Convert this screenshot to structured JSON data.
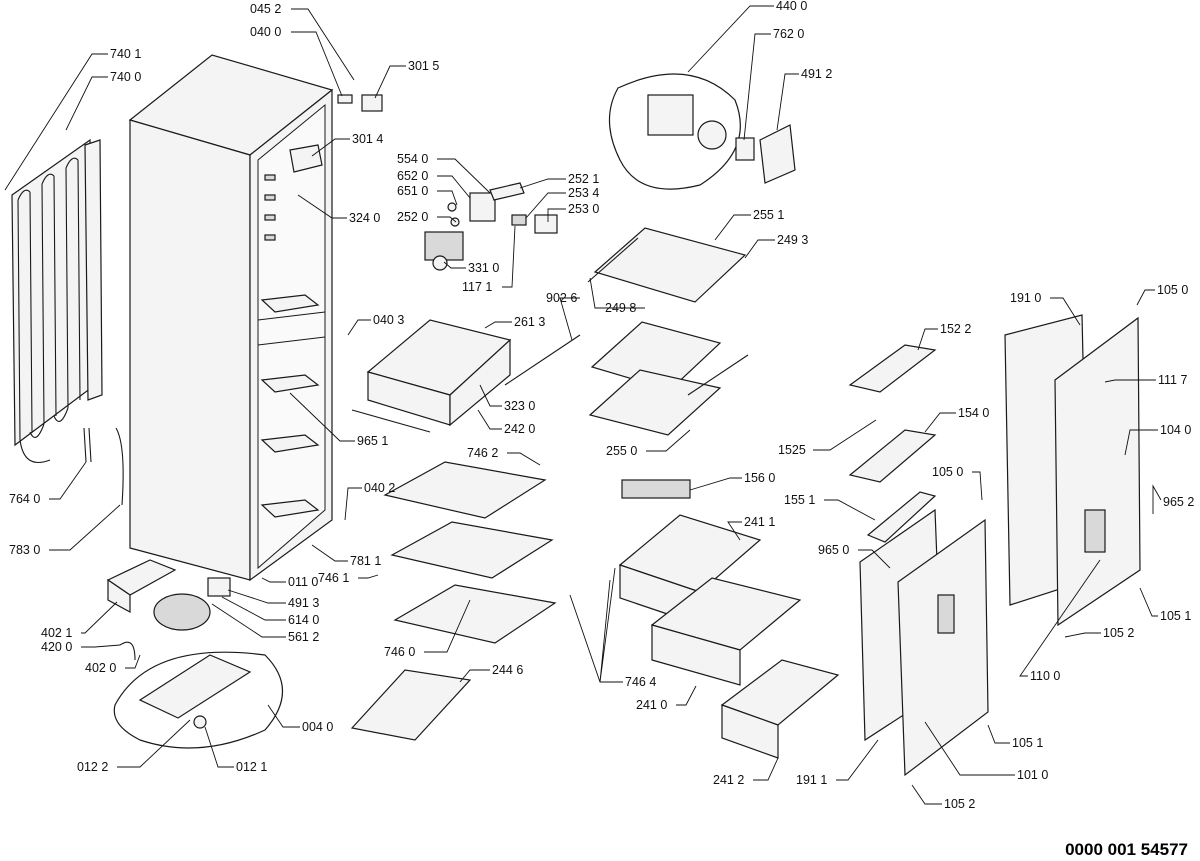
{
  "diagram": {
    "reference_number": "0000 001 54577",
    "callouts": [
      {
        "id": "c1",
        "label": "045 2"
      },
      {
        "id": "c2",
        "label": "040 0"
      },
      {
        "id": "c3",
        "label": "301 5"
      },
      {
        "id": "c4",
        "label": "740 1"
      },
      {
        "id": "c5",
        "label": "740 0"
      },
      {
        "id": "c6",
        "label": "301 4"
      },
      {
        "id": "c7",
        "label": "324 0"
      },
      {
        "id": "c8",
        "label": "554 0"
      },
      {
        "id": "c9",
        "label": "652 0"
      },
      {
        "id": "c10",
        "label": "651 0"
      },
      {
        "id": "c11",
        "label": "252 0"
      },
      {
        "id": "c12",
        "label": "252 1"
      },
      {
        "id": "c13",
        "label": "253 4"
      },
      {
        "id": "c14",
        "label": "253 0"
      },
      {
        "id": "c15",
        "label": "331 0"
      },
      {
        "id": "c16",
        "label": "117 1"
      },
      {
        "id": "c17",
        "label": "440 0"
      },
      {
        "id": "c18",
        "label": "762 0"
      },
      {
        "id": "c19",
        "label": "491 2"
      },
      {
        "id": "c20",
        "label": "255 1"
      },
      {
        "id": "c21",
        "label": "249 3"
      },
      {
        "id": "c22",
        "label": "249 8"
      },
      {
        "id": "c23",
        "label": "902 6"
      },
      {
        "id": "c24",
        "label": "040 3"
      },
      {
        "id": "c25",
        "label": "261 3"
      },
      {
        "id": "c26",
        "label": "323 0"
      },
      {
        "id": "c27",
        "label": "242 0"
      },
      {
        "id": "c28",
        "label": "965 1"
      },
      {
        "id": "c29",
        "label": "255 0"
      },
      {
        "id": "c30",
        "label": "191 0"
      },
      {
        "id": "c31",
        "label": "105 0"
      },
      {
        "id": "c32",
        "label": "152 2"
      },
      {
        "id": "c33",
        "label": "111 7"
      },
      {
        "id": "c34",
        "label": "154 0"
      },
      {
        "id": "c35",
        "label": "104 0"
      },
      {
        "id": "c36",
        "label": "1525"
      },
      {
        "id": "c37",
        "label": "105 0"
      },
      {
        "id": "c38",
        "label": "965 2"
      },
      {
        "id": "c39",
        "label": "155 1"
      },
      {
        "id": "c40",
        "label": "746 2"
      },
      {
        "id": "c41",
        "label": "156 0"
      },
      {
        "id": "c42",
        "label": "040 2"
      },
      {
        "id": "c43",
        "label": "241 1"
      },
      {
        "id": "c44",
        "label": "965 0"
      },
      {
        "id": "c45",
        "label": "764 0"
      },
      {
        "id": "c46",
        "label": "783 0"
      },
      {
        "id": "c47",
        "label": "781 1"
      },
      {
        "id": "c48",
        "label": "746 1"
      },
      {
        "id": "c49",
        "label": "011 0"
      },
      {
        "id": "c50",
        "label": "491 3"
      },
      {
        "id": "c51",
        "label": "614 0"
      },
      {
        "id": "c52",
        "label": "561 2"
      },
      {
        "id": "c53",
        "label": "402 1"
      },
      {
        "id": "c54",
        "label": "420 0"
      },
      {
        "id": "c55",
        "label": "402 0"
      },
      {
        "id": "c56",
        "label": "105 1"
      },
      {
        "id": "c57",
        "label": "105 2"
      },
      {
        "id": "c58",
        "label": "110 0"
      },
      {
        "id": "c59",
        "label": "746 0"
      },
      {
        "id": "c60",
        "label": "244 6"
      },
      {
        "id": "c61",
        "label": "746 4"
      },
      {
        "id": "c62",
        "label": "241 0"
      },
      {
        "id": "c63",
        "label": "004 0"
      },
      {
        "id": "c64",
        "label": "105 1"
      },
      {
        "id": "c65",
        "label": "012 2"
      },
      {
        "id": "c66",
        "label": "012 1"
      },
      {
        "id": "c67",
        "label": "241 2"
      },
      {
        "id": "c68",
        "label": "191 1"
      },
      {
        "id": "c69",
        "label": "101 0"
      },
      {
        "id": "c70",
        "label": "105 2"
      }
    ]
  }
}
